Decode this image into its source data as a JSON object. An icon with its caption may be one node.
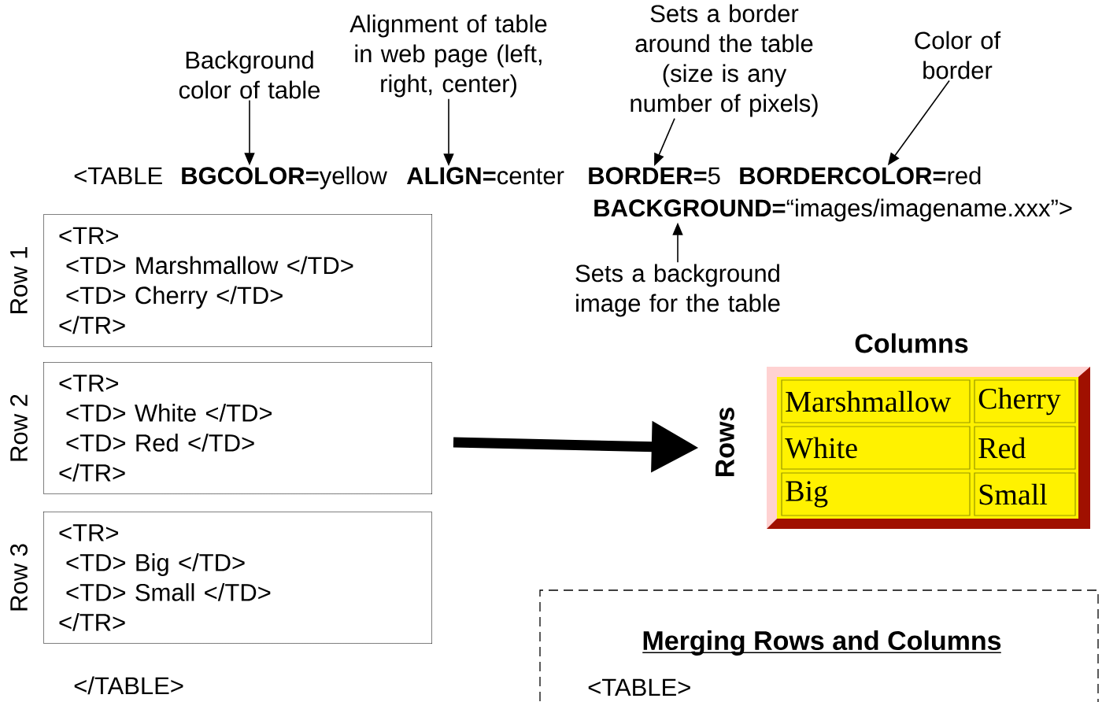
{
  "diagram": {
    "nodes": [
      {
        "text": [
          "Background color of table"
        ]
      },
      {
        "text": [
          "Alignment of table in web page (left, right, center)"
        ]
      },
      {
        "text": [
          "Sets a border around the table (size is any number of pixels)"
        ]
      },
      {
        "text": [
          "Color of border"
        ]
      },
      {
        "text": [
          "**BGCOLOR=**yellow"
        ]
      },
      {
        "text": [
          "**ALIGN=**center"
        ]
      },
      {
        "text": [
          "**BORDER=**5"
        ]
      },
      {
        "text": [
          "**BORDERCOLOR=**red"
        ]
      },
      {
        "text": [
          "**BACKGROUND=**“images/imagename.xxx”>"
        ]
      },
      {
        "text": [
          "Sets a background image for the table"
        ]
      },
      {
        "text": [
          "<TR>",
          "<TD> Marshmallow </TD>",
          "<TD> Cherry </TD>",
          "</TR>"
        ],
        "beside": [
          "Row 1"
        ]
      },
      {
        "text": [
          "<TR>",
          "<TD> White </TD>",
          "<TD> Red </TD>",
          "</TR>"
        ],
        "beside": [
          "Row 2"
        ]
      },
      {
        "text": [
          "<TR>",
          "<TD> Big </TD>",
          "<TD> Small </TD>",
          "</TR>"
        ],
        "beside": [
          "Row 3"
        ]
      },
      {
        "text": [
          "Marshmallow",
          "Cherry",
          "White",
          "Red",
          "Big",
          "Small"
        ],
        "beside": [
          "Columns",
          "Rows"
        ]
      },
      {
        "text": [
          "Merging Rows and Columns",
          "<TABLE>"
        ]
      }
    ],
    "edges": [
      {
        "from": 0,
        "to": 4,
        "arrow": "to"
      },
      {
        "from": 1,
        "to": 5,
        "arrow": "to"
      },
      {
        "from": 2,
        "to": 6,
        "arrow": "to"
      },
      {
        "from": 3,
        "to": 7,
        "arrow": "to"
      },
      {
        "from": 9,
        "to": 8,
        "arrow": "to"
      },
      {
        "from": null,
        "to": 13,
        "arrow": "to",
        "style": "thick"
      }
    ],
    "labels": [
      "<TABLE",
      "</TABLE>"
    ]
  }
}
